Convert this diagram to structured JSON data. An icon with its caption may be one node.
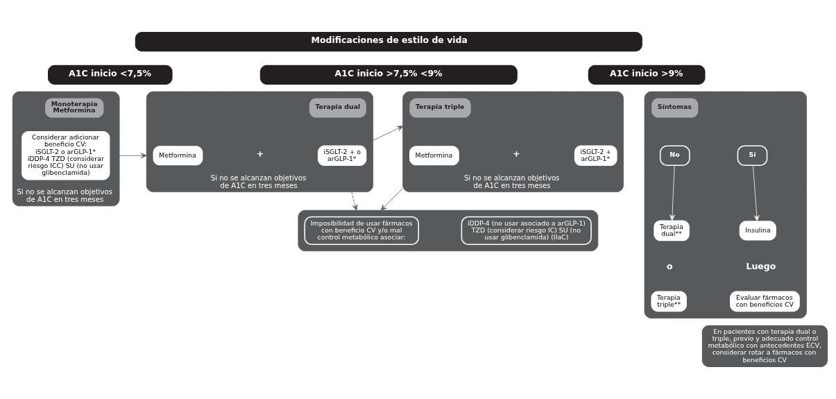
{
  "diagram": {
    "nodes": [
      {
        "text": [
          "Modificaciones de estilo de vida"
        ]
      },
      {
        "text": [
          "A1C inicio <7,5%"
        ]
      },
      {
        "text": [
          "A1C inicio >7,5% <9%"
        ]
      },
      {
        "text": [
          "A1C inicio >9%"
        ]
      },
      {
        "text": [
          "Si no se alcanzan objetivos de A1C en tres meses"
        ]
      },
      {
        "text": [
          "Monoterapia Metformina"
        ],
        "in": 4
      },
      {
        "text": [
          "Considerar adicionar beneficio CV:",
          "iSGLT-2 o arGLP-1*",
          "iDDP-4 TZD (considerar riesgo ICC) SU (no usar glibenclamida)"
        ],
        "in": 4
      },
      {
        "text": [
          "Si no se alcanzan objetivos de A1C en tres meses"
        ]
      },
      {
        "text": [
          "Terapia dual"
        ],
        "in": 7
      },
      {
        "text": [
          "Metformina"
        ],
        "in": 7
      },
      {
        "text": [
          "iSGLT-2 + o arGLP-1*"
        ],
        "in": 7
      },
      {
        "text": [
          "Si no se alcanzan objetivos de A1C en tres meses"
        ]
      },
      {
        "text": [
          "Terapia triple"
        ],
        "in": 11
      },
      {
        "text": [
          "Metformina"
        ],
        "in": 11
      },
      {
        "text": [
          "iSGLT-2 + arGLP-1*"
        ],
        "in": 11
      },
      {
        "text": [],
        "shape": "box"
      },
      {
        "text": [
          "Imposibilidad de usar fármacos con beneficio CV y/o mal control metabólico asociar:"
        ],
        "in": 15
      },
      {
        "text": [
          "iDDP-4 (no usar asociado a arGLP-1) TZD (considerar riesgo IC) SU (no usar glibenclamida) (IIaC)"
        ],
        "in": 15
      },
      {
        "text": [],
        "shape": "box"
      },
      {
        "text": [
          "Síntomas"
        ],
        "in": 18
      },
      {
        "text": [
          "No"
        ],
        "in": 18
      },
      {
        "text": [
          "Sí"
        ],
        "in": 18
      },
      {
        "text": [
          "Terapia dual**"
        ],
        "in": 18
      },
      {
        "text": [
          "Insulina"
        ],
        "in": 18
      },
      {
        "text": [
          "Terapia triple**"
        ],
        "in": 18
      },
      {
        "text": [
          "Evaluar fármacos con beneficios CV"
        ],
        "in": 18
      },
      {
        "text": [
          "En pacientes con terapia dual o triple, previo y adecuado control metabólico con antecedentes ECV, considerar rotar a fármacos con beneficios CV"
        ]
      }
    ],
    "edges": [
      {
        "from": 4,
        "to": 7,
        "arrow": "to"
      },
      {
        "from": 7,
        "to": 11,
        "arrow": "to"
      },
      {
        "from": 7,
        "to": 15,
        "arrow": "to",
        "style": "dashed"
      },
      {
        "from": 11,
        "to": 15,
        "arrow": "to"
      },
      {
        "from": 20,
        "to": 22,
        "arrow": "to",
        "color": "#ffffff"
      },
      {
        "from": 21,
        "to": 23,
        "arrow": "to",
        "color": "#ffffff"
      }
    ],
    "labels": [
      "+",
      "+",
      "o",
      "Luego"
    ]
  }
}
